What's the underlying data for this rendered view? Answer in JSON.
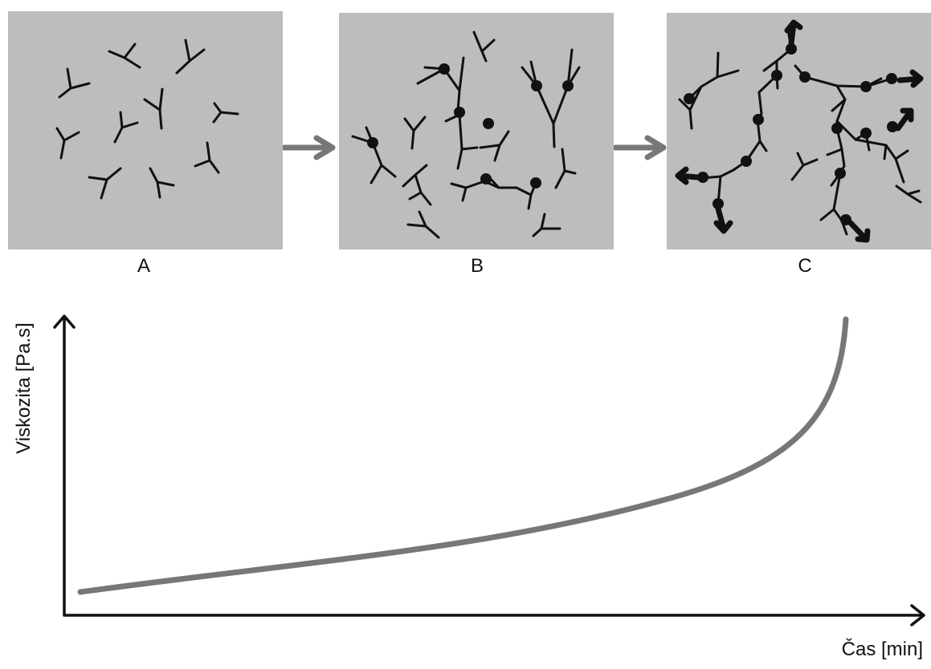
{
  "panels": [
    {
      "label": "A",
      "stage": "monomers"
    },
    {
      "label": "B",
      "stage": "branched-oligomers"
    },
    {
      "label": "C",
      "stage": "growing-network"
    }
  ],
  "axes": {
    "y_label": "Viskozita [Pa.s]",
    "x_label": "Čas [min]"
  },
  "colors": {
    "panel_bg": "#bdbdbd",
    "curve": "#777777",
    "arrow": "#777777",
    "ink": "#111111"
  }
}
